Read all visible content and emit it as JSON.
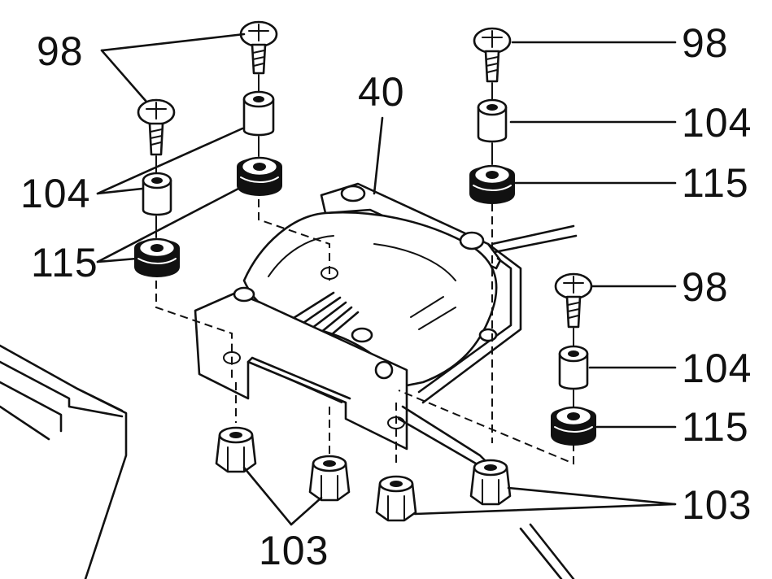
{
  "callouts": {
    "screw_left": "98",
    "screw_right_top": "98",
    "screw_right_mid": "98",
    "spacer_left": "104",
    "spacer_right_top": "104",
    "spacer_right_mid": "104",
    "grommet_left": "115",
    "grommet_right_top": "115",
    "grommet_right_mid": "115",
    "transformer": "40",
    "foot_left": "103",
    "foot_right": "103"
  },
  "colors": {
    "ink": "#111111",
    "paper": "#ffffff"
  }
}
